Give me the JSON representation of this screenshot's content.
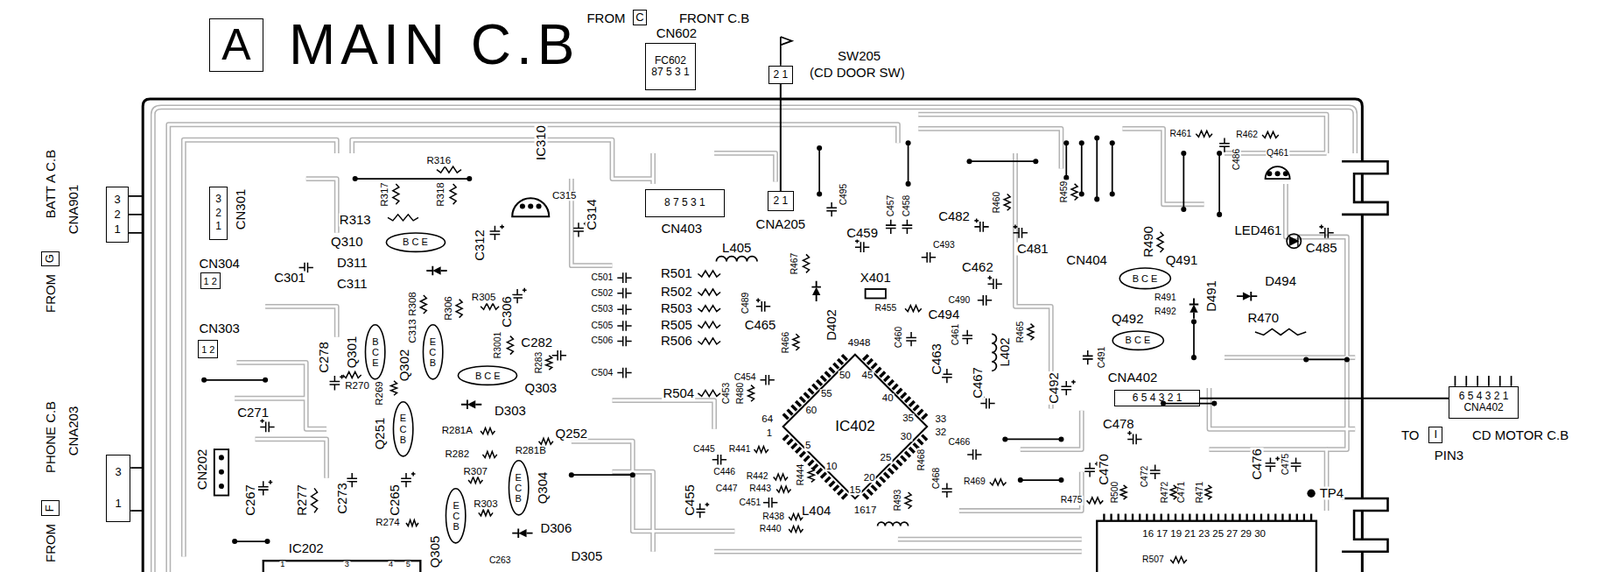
{
  "diagram": {
    "title": "MAIN C.B",
    "nodes": [
      {
        "text": [
          "A"
        ]
      },
      {
        "text": [
          "C"
        ]
      },
      {
        "text": [
          "FC602",
          "87 5 3 1"
        ]
      },
      {
        "text": [
          "2 1"
        ]
      },
      {
        "text": [
          "2 1"
        ]
      },
      {
        "text": [
          "8 7 5 3 1"
        ]
      },
      {
        "text": [
          "G"
        ]
      },
      {
        "text": [
          "3 2 1"
        ]
      },
      {
        "text": [
          "F"
        ]
      },
      {
        "text": [
          "3 1"
        ]
      },
      {
        "text": [
          "3 2 1"
        ]
      },
      {
        "text": [
          "1 2"
        ]
      },
      {
        "text": [
          "1 2"
        ]
      },
      {
        "text": [
          "B C E"
        ]
      },
      {
        "text": [
          "B C E"
        ]
      },
      {
        "text": [
          "E C B"
        ]
      },
      {
        "text": [
          "B C E"
        ]
      },
      {
        "text": [
          "E C B"
        ]
      },
      {
        "text": [
          "E C B"
        ]
      },
      {
        "text": [
          "E C B"
        ]
      },
      {
        "text": [
          "IC402"
        ]
      },
      {
        "text": [
          "B C E"
        ]
      },
      {
        "text": [
          "B C E"
        ]
      },
      {
        "text": [
          "6 5 4 3 2 1"
        ]
      },
      {
        "text": [
          "I"
        ]
      },
      {
        "text": [
          "6 5 4 3 2 1",
          "CNA402"
        ]
      }
    ],
    "edges": [
      {
        "from": 3,
        "to": 4,
        "arrow": "none"
      },
      {
        "from": 23,
        "to": 25,
        "arrow": "none"
      }
    ],
    "labels": [
      "FROM",
      "FRONT C.B",
      "CN602",
      "SW205",
      "(CD DOOR SW)",
      "FROM",
      "BATT A C.B",
      "CNA901",
      "FROM",
      "PHONE C.B",
      "CNA203",
      "TO",
      "CD MOTOR C.B",
      "PIN3",
      "CN301",
      "R316",
      "R317",
      "R318",
      "R313",
      "Q310",
      "IC310",
      "C315",
      "C314",
      "C312",
      "D311",
      "C301",
      "C311",
      "CN304",
      "C306",
      "R305",
      "R306",
      "R308",
      "C313",
      "R3001",
      "CN303",
      "Q301",
      "Q302",
      "C278",
      "R270",
      "C282",
      "R283",
      "Q303",
      "C271",
      "R269",
      "Q251",
      "D303",
      "R281A",
      "R282",
      "Q252",
      "R281B",
      "C267",
      "R277",
      "C273",
      "C265",
      "R274",
      "R307",
      "R303",
      "Q305",
      "Q304",
      "D306",
      "D305",
      "C263",
      "IC202",
      "1",
      "3",
      "4",
      "5",
      "CN202",
      "CN403",
      "CNA205",
      "C495",
      "C459",
      "C457",
      "C458",
      "L405",
      "R501",
      "R502",
      "R503",
      "R505",
      "R506",
      "R504",
      "C501",
      "C502",
      "C503",
      "C505",
      "C506",
      "C504",
      "C489",
      "C465",
      "R467",
      "D402",
      "X401",
      "R455",
      "C460",
      "C494",
      "C461",
      "R466",
      "C463",
      "C467",
      "L402",
      "R465",
      "C454",
      "C453",
      "R480",
      "C445",
      "R441",
      "C446",
      "R442",
      "R443",
      "C447",
      "C455",
      "R444",
      "C451",
      "L404",
      "R438",
      "R440",
      "R493",
      "R468",
      "C468",
      "C466",
      "R469",
      "R475",
      "C482",
      "C493",
      "R460",
      "R459",
      "C481",
      "C462",
      "C490",
      "CN404",
      "R490",
      "R461",
      "R462",
      "C486",
      "Q461",
      "LED461",
      "C485",
      "Q491",
      "D491",
      "D494",
      "R491",
      "R492",
      "R470",
      "Q492",
      "C491",
      "CNA402",
      "C492",
      "C478",
      "C470",
      "C472",
      "R500",
      "R472",
      "C471",
      "R471",
      "C476",
      "C475",
      "TP4",
      "16 17 19 21 23 25 27 29 30",
      "R507",
      "4948",
      "50",
      "45",
      "55",
      "40",
      "60",
      "64",
      "1",
      "35",
      "33",
      "32",
      "30",
      "5",
      "25",
      "10",
      "20",
      "15",
      "1617"
    ]
  }
}
